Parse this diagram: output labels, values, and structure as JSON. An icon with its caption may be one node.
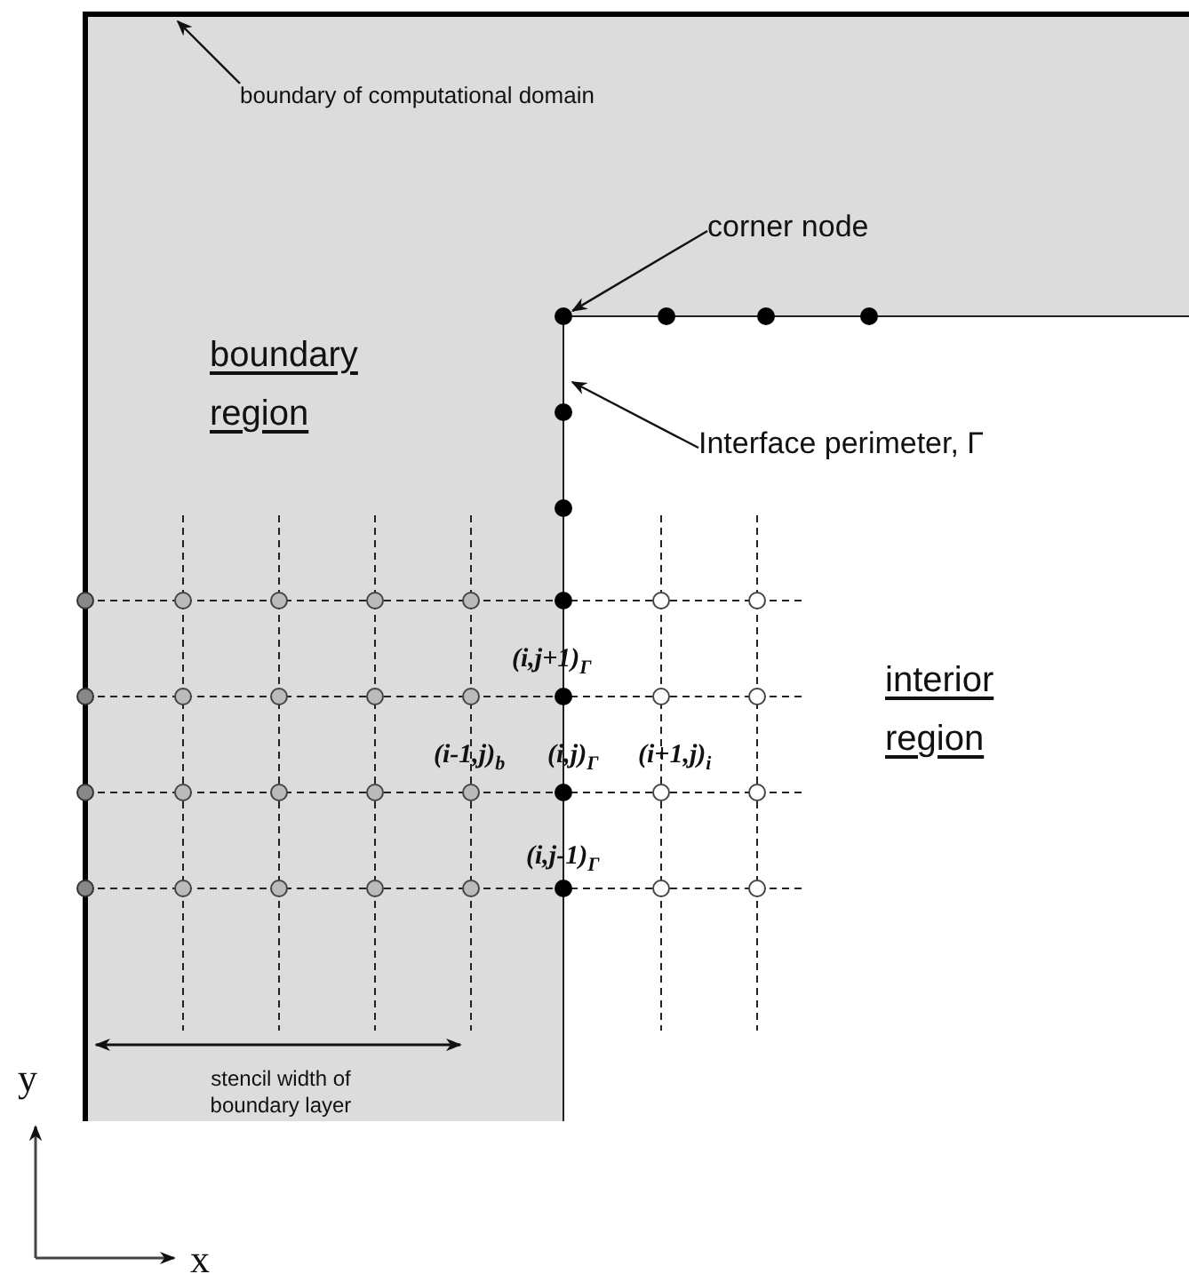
{
  "diagram": {
    "nodes": [
      {
        "text": [
          "boundary of computational domain"
        ]
      },
      {
        "text": [
          "corner node"
        ]
      },
      {
        "text": [],
        "shape": "circle"
      },
      {
        "text": [
          "Interface perimeter, Γ"
        ]
      }
    ],
    "edges": [
      {
        "from": 0,
        "to": null,
        "arrow": "to"
      },
      {
        "from": 1,
        "to": 2,
        "arrow": "to"
      },
      {
        "from": 3,
        "to": null,
        "arrow": "to"
      }
    ],
    "labels": [
      "boundary region",
      "interior region",
      "(i,j+1)$_{Γ}$",
      "(i-1,j)$_{b}$",
      "(i,j)$_{Γ}$",
      "(i+1,j)$_{i}$",
      "(i,j-1)$_{Γ}$",
      "stencil width of boundary layer",
      "y",
      "x"
    ]
  }
}
